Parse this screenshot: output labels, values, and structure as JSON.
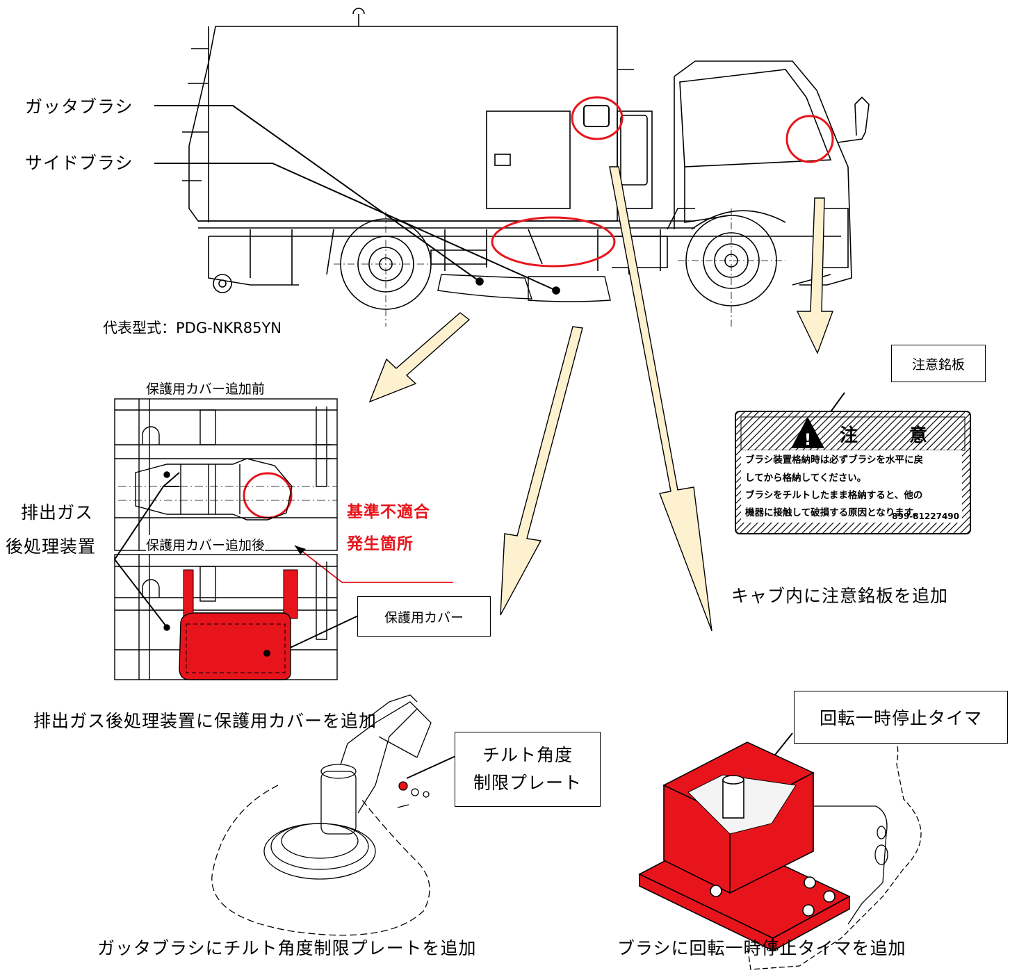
{
  "labels": {
    "gutter_brush": "ガッタブラシ",
    "side_brush": "サイドブラシ",
    "model": "代表型式：PDG-NKR85YN",
    "cover_before": "保護用カバー追加前",
    "cover_after": "保護用カバー追加後",
    "exhaust_line1": "排出ガス",
    "exhaust_line2": "後処理装置",
    "nonconform_line1": "基準不適合",
    "nonconform_line2": "発生箇所",
    "cover_box": "保護用カバー",
    "caption_cover": "排出ガス後処理装置に保護用カバーを追加",
    "caution_plate_box": "注意銘板",
    "caption_plate": "キャブ内に注意銘板を追加",
    "timer_box": "回転一時停止タイマ",
    "tilt_box_line1": "チルト角度",
    "tilt_box_line2": "制限プレート",
    "caption_tilt": "ガッタブラシにチルト角度制限プレートを追加",
    "caption_timer": "ブラシに回転一時停止タイマを追加"
  },
  "caution_plate": {
    "title_1": "注",
    "title_2": "意",
    "line1": "ブラシ装置格納時は必ずブラシを水平に戻",
    "line2": "してから格納してください。",
    "line3": "ブラシをチルトしたまま格納すると、他の",
    "line4": "機器に接触して破損する原因となります。",
    "code": "899-81227490"
  },
  "colors": {
    "highlight_red": "#e8141c",
    "arrow_fill": "#fdf1cf"
  }
}
